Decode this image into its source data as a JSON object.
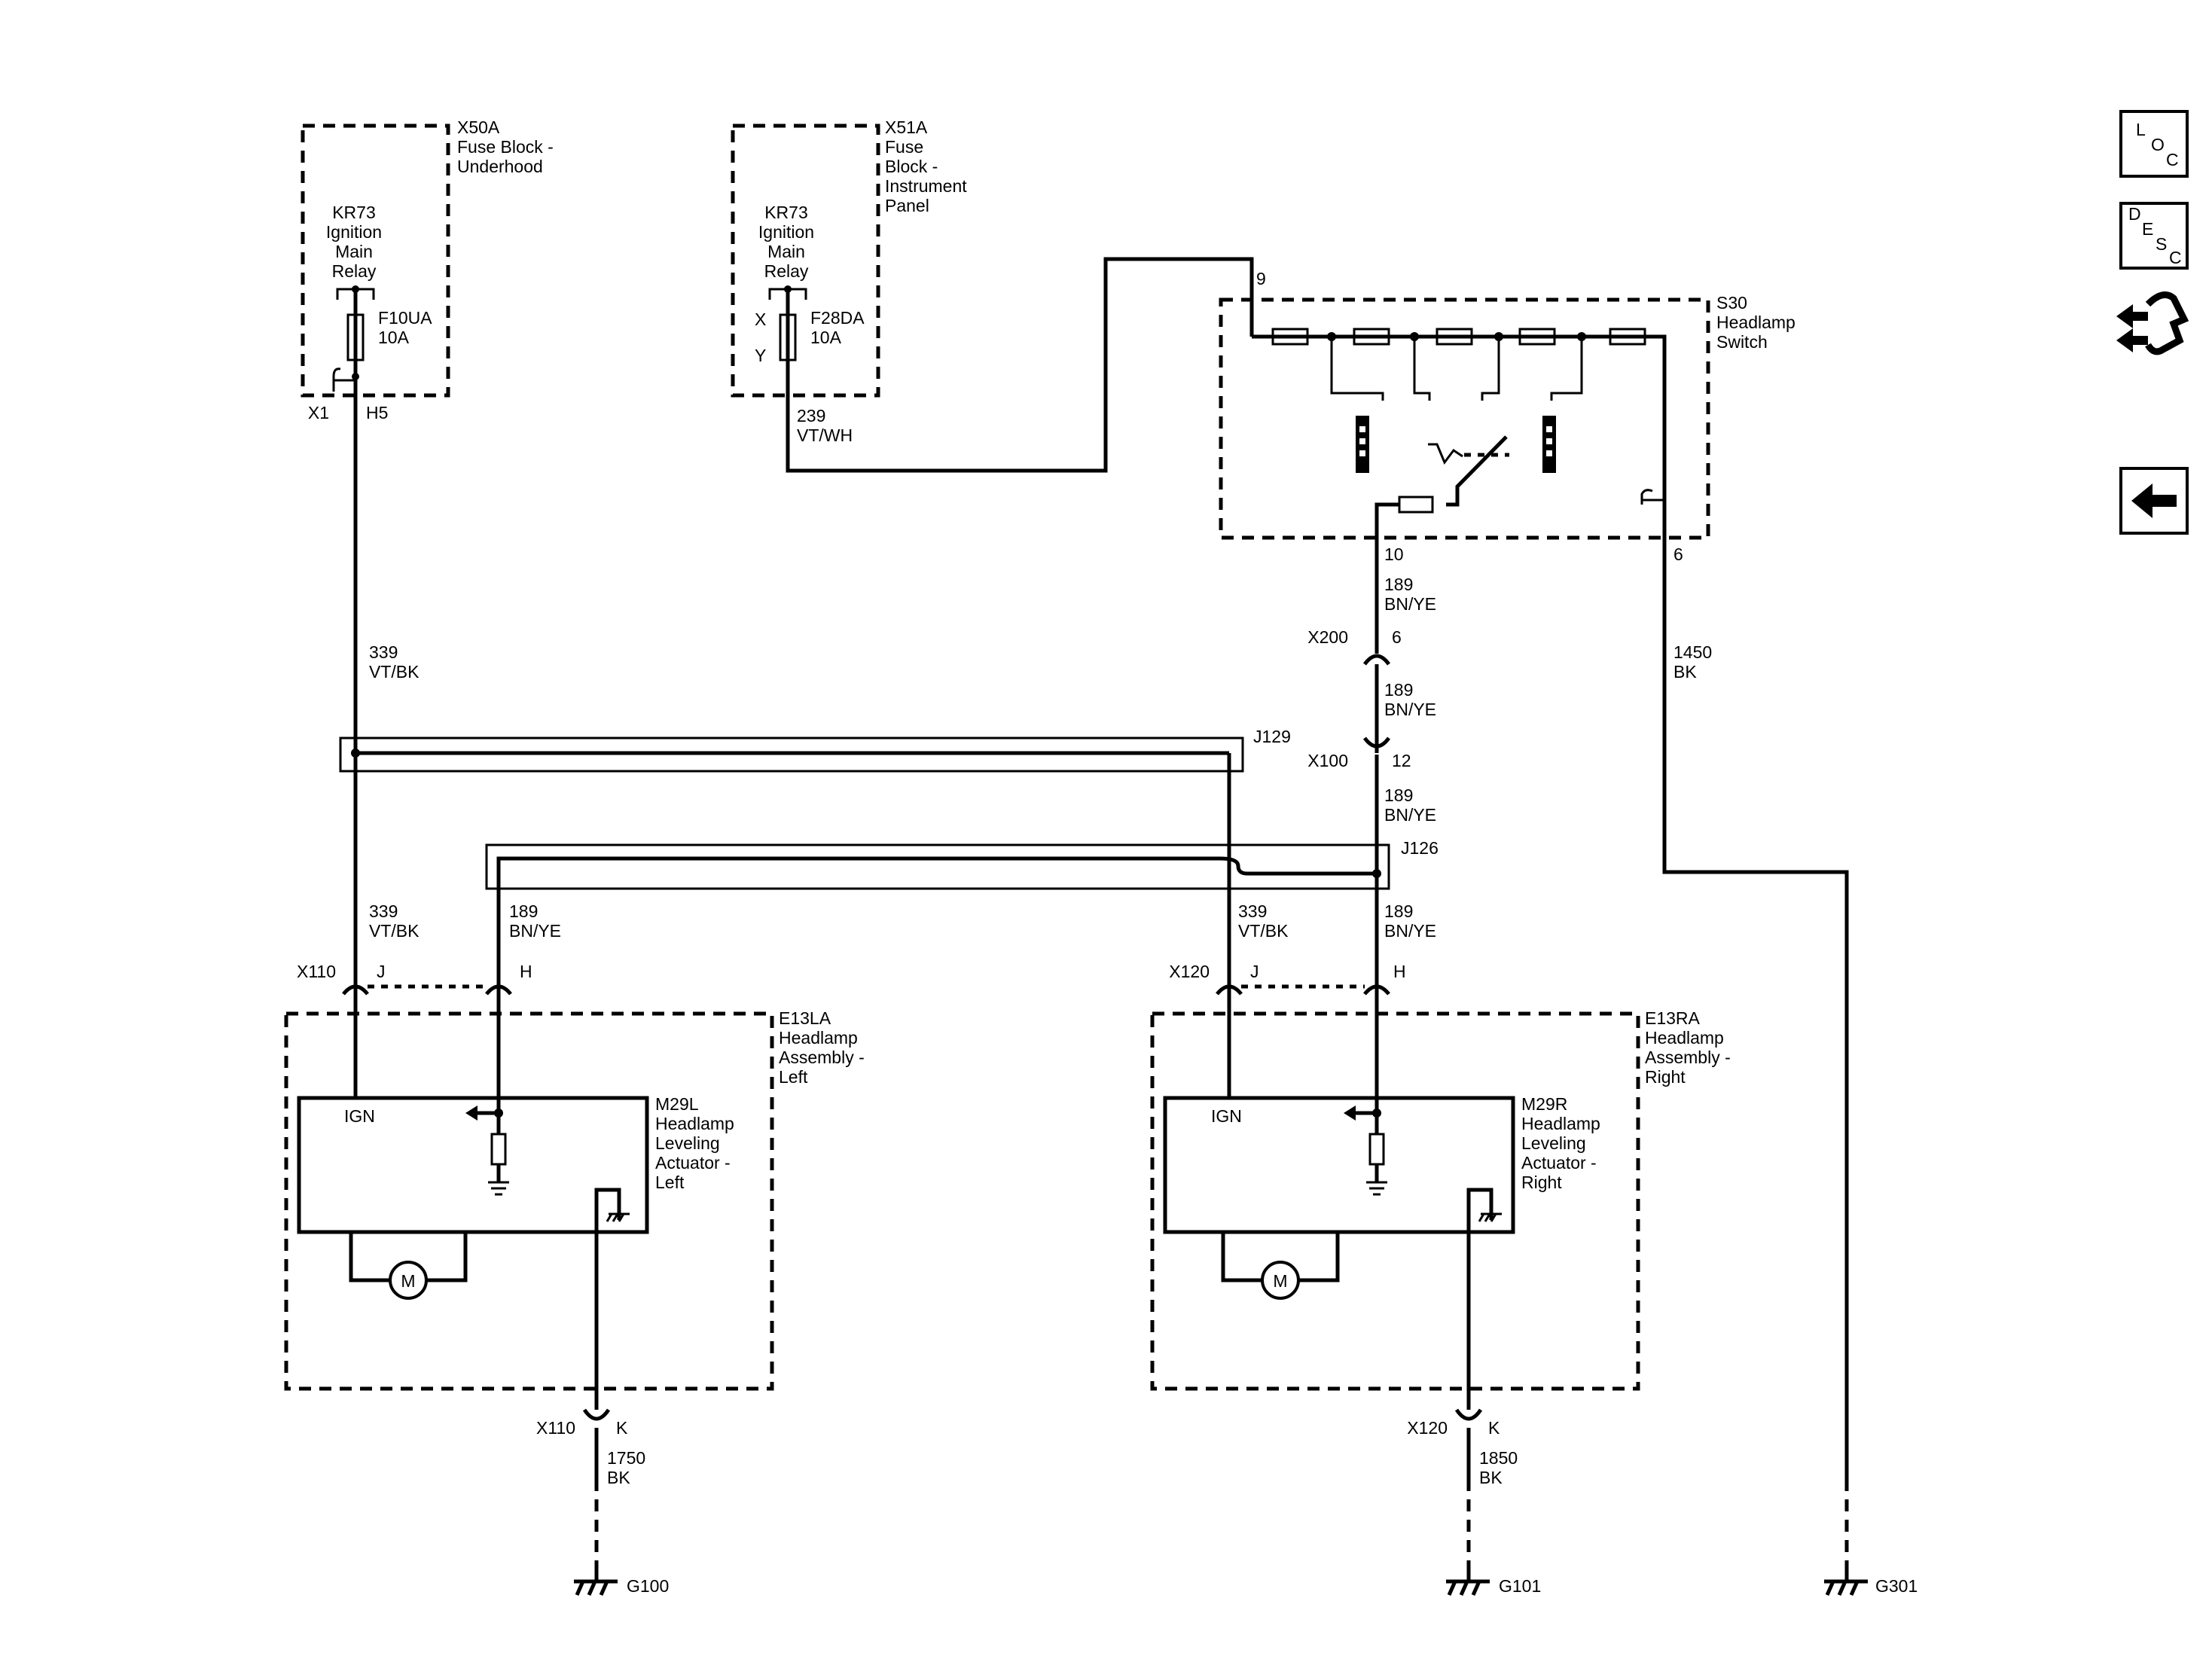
{
  "fuse_block_underhood": {
    "id": "X50A",
    "desc_1": "Fuse Block -",
    "desc_2": "Underhood",
    "relay": [
      "KR73",
      "Ignition",
      "Main",
      "Relay"
    ],
    "fuse_id": "F10UA",
    "fuse_rating": "10A",
    "conn": "X1",
    "pin": "H5"
  },
  "fuse_block_ip": {
    "id": "X51A",
    "desc": [
      "Fuse",
      "Block -",
      "Instrument",
      "Panel"
    ],
    "relay": [
      "KR73",
      "Ignition",
      "Main",
      "Relay"
    ],
    "fuse_id": "F28DA",
    "fuse_rating": "10A",
    "pin_x": "X",
    "pin_y": "Y"
  },
  "wire_239": {
    "circuit": "239",
    "color": "VT/WH"
  },
  "headlamp_switch": {
    "id": "S30",
    "desc_1": "Headlamp",
    "desc_2": "Switch",
    "pin_in": "9",
    "pin_out": "10",
    "pin_gnd": "6"
  },
  "wire_189_sw": {
    "circuit": "189",
    "color": "BN/YE"
  },
  "x200": {
    "id": "X200",
    "pin": "6"
  },
  "wire_189_mid": {
    "circuit": "189",
    "color": "BN/YE"
  },
  "x100": {
    "id": "X100",
    "pin": "12"
  },
  "wire_189_low": {
    "circuit": "189",
    "color": "BN/YE"
  },
  "wire_1450": {
    "circuit": "1450",
    "color": "BK"
  },
  "wire_339_top": {
    "circuit": "339",
    "color": "VT/BK"
  },
  "splice_j129": "J129",
  "splice_j126": "J126",
  "left_wires": {
    "c339": "339",
    "col339": "VT/BK",
    "c189": "189",
    "col189": "BN/YE"
  },
  "right_wires": {
    "c339": "339",
    "col339": "VT/BK",
    "c189": "189",
    "col189": "BN/YE"
  },
  "x110": {
    "id": "X110",
    "pin_j": "J",
    "pin_h": "H",
    "pin_k": "K"
  },
  "x120": {
    "id": "X120",
    "pin_j": "J",
    "pin_h": "H",
    "pin_k": "K"
  },
  "left_headlamp": {
    "id": "E13LA",
    "desc": [
      "Headlamp",
      "Assembly -",
      "Left"
    ]
  },
  "right_headlamp": {
    "id": "E13RA",
    "desc": [
      "Headlamp",
      "Assembly -",
      "Right"
    ]
  },
  "left_actuator": {
    "id": "M29L",
    "desc": [
      "Headlamp",
      "Leveling",
      "Actuator -",
      "Left"
    ],
    "ign": "IGN",
    "motor": "M"
  },
  "right_actuator": {
    "id": "M29R",
    "desc": [
      "Headlamp",
      "Leveling",
      "Actuator -",
      "Right"
    ],
    "ign": "IGN",
    "motor": "M"
  },
  "wire_1750": {
    "circuit": "1750",
    "color": "BK"
  },
  "wire_1850": {
    "circuit": "1850",
    "color": "BK"
  },
  "grounds": {
    "g100": "G100",
    "g101": "G101",
    "g301": "G301"
  },
  "nav": {
    "loc": [
      "L",
      "O",
      "C"
    ],
    "desc": [
      "D",
      "E",
      "S",
      "C"
    ]
  },
  "icons": [
    "loc-button-icon",
    "desc-button-icon",
    "connector-swap-icon",
    "back-arrow-icon"
  ]
}
